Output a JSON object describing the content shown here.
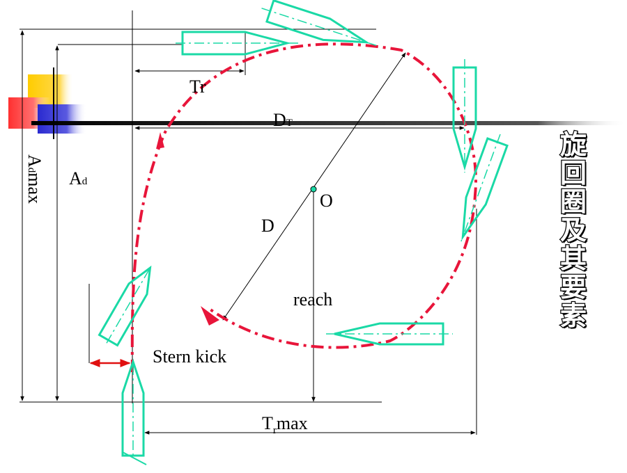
{
  "title": "旋回圈及其要素",
  "labels": {
    "tr": "Tr",
    "dt_main": "D",
    "dt_sub": "T",
    "admax_main": "A",
    "admax_sub": "d",
    "admax_tail": "max",
    "ad_main": "A",
    "ad_sub": "d",
    "center": "O",
    "diameter": "D",
    "reach": "reach",
    "stern_kick": "Stern kick",
    "trmax_main": "T",
    "trmax_sub": "r",
    "trmax_tail": "max"
  },
  "colors": {
    "ship": "#1ad9a6",
    "path": "#e8153a",
    "line": "#000000",
    "kick_arrow": "#e01010",
    "center_dot": "#1ad9a6"
  }
}
